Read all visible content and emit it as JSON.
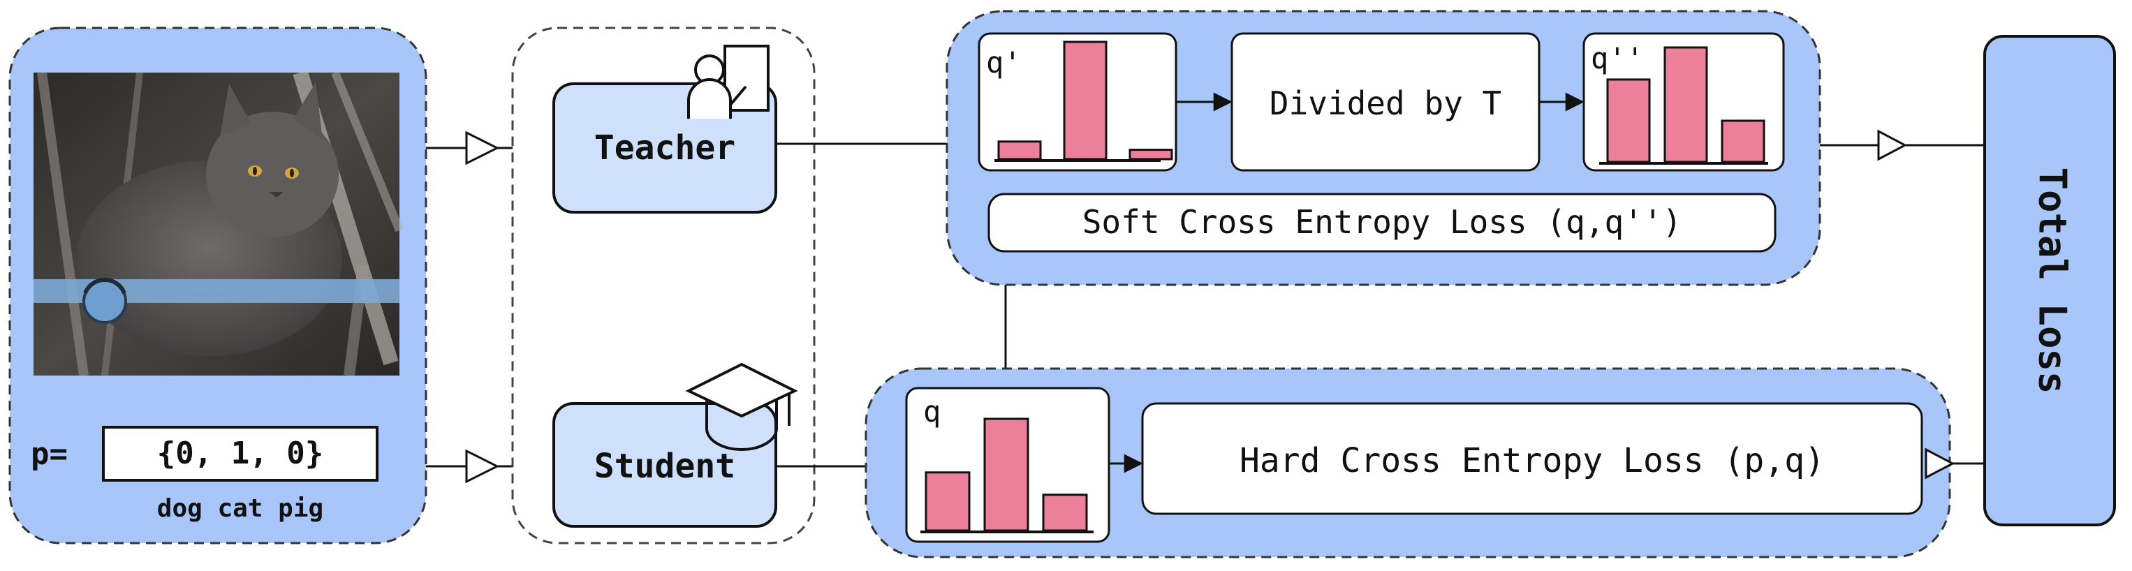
{
  "input": {
    "label_vector": "{0, 1, 0}",
    "p_label": "p=",
    "classes": "dog cat pig"
  },
  "teacher": {
    "label": "Teacher",
    "icon": "teacher-icon"
  },
  "student": {
    "label": "Student",
    "icon": "graduation-cap-icon"
  },
  "soft_branch": {
    "teacher_output_label": "q'",
    "teacher_output_bars": [
      0.15,
      1.0,
      0.08
    ],
    "divide_label": "Divided by T",
    "softened_label": "q''",
    "softened_bars": [
      0.72,
      1.0,
      0.36
    ],
    "loss_label": "Soft Cross Entropy Loss (q,q'')"
  },
  "hard_branch": {
    "student_output_label": "q",
    "student_output_bars": [
      0.52,
      1.0,
      0.32
    ],
    "loss_label": "Hard Cross Entropy Loss (p,q)"
  },
  "total": {
    "label": "Total Loss"
  },
  "colors": {
    "panel_fill": "#a8c6fa",
    "model_fill": "#cfe0fc",
    "bar_fill": "#ec7f9a",
    "stroke": "#222222"
  }
}
